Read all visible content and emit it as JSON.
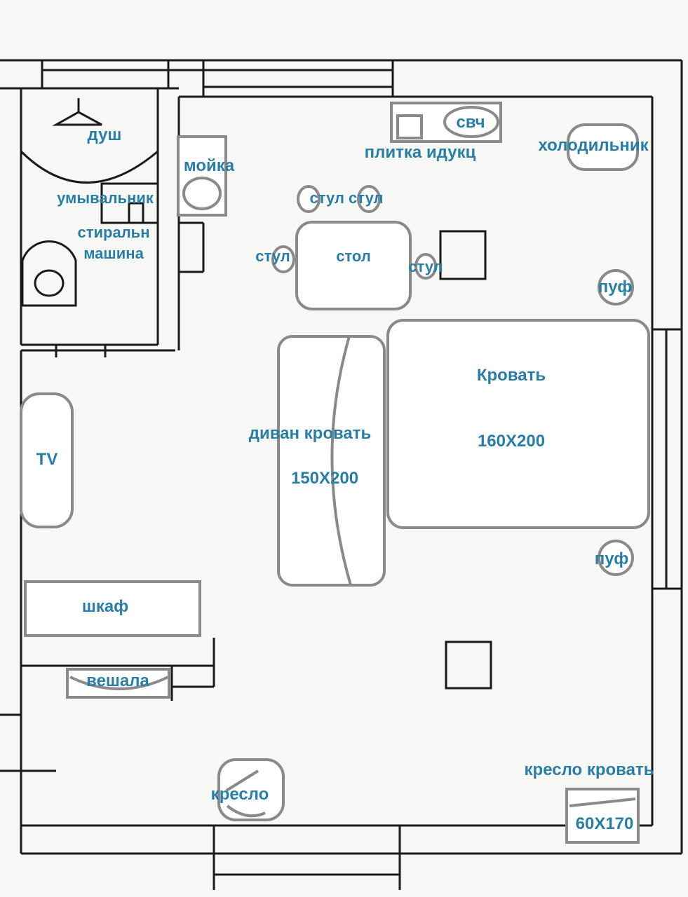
{
  "labels": {
    "dush": "душ",
    "umyvalnik": "умывальник",
    "stiraln_line1": "стиральн",
    "stiraln_line2": "машина",
    "moyka": "мойка",
    "svch": "свч",
    "plitka": "плитка идукц",
    "holodilnik": "холодильник",
    "stul_top": "стул стул",
    "stul_left": "стул",
    "stol": "стол",
    "stul_right": "стул",
    "puf_top": "пуф",
    "krovat": "Кровать",
    "krovat_size": "160X200",
    "divan": "диван кровать",
    "divan_size": "150X200",
    "tv": "TV",
    "puf_bottom": "пуф",
    "shkaf": "шкаф",
    "veshala": "вешала",
    "kreslo": "кресло",
    "kreslo_krovat": "кресло кровать",
    "kreslo_krovat_size": "60X170"
  },
  "colors": {
    "label": "#2a7ea3",
    "wall": "#1a1a1a",
    "furniture_stroke": "#8a8a8a",
    "furniture_fill": "#ffffff",
    "background": "#f7f7f6"
  }
}
